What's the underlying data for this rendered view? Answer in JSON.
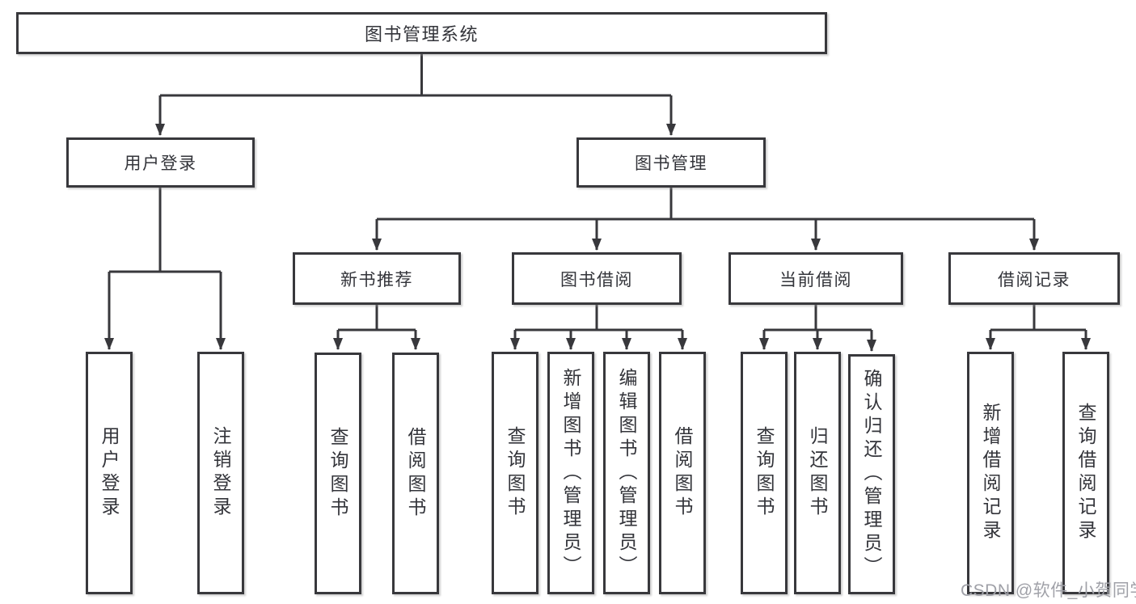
{
  "diagram": {
    "title": "图书管理系统",
    "type": "hierarchy-tree",
    "colors": {
      "line": "#38383c",
      "box_border": "#38383c",
      "box_fill": "#ffffff",
      "text": "#33343a",
      "watermark": "#a0a1a8"
    },
    "nodes": {
      "root": {
        "label": "图书管理系统",
        "level": 1
      },
      "user_login": {
        "label": "用户登录",
        "level": 2
      },
      "book_management": {
        "label": "图书管理",
        "level": 2
      },
      "new_book_recommend": {
        "label": "新书推荐",
        "level": 3
      },
      "book_borrow": {
        "label": "图书借阅",
        "level": 3
      },
      "current_borrow": {
        "label": "当前借阅",
        "level": 3
      },
      "borrow_records": {
        "label": "借阅记录",
        "level": 3
      },
      "ul_login": {
        "label": "用户登录",
        "level": 4,
        "orientation": "vertical"
      },
      "ul_logout": {
        "label": "注销登录",
        "level": 4,
        "orientation": "vertical"
      },
      "nr_query": {
        "label": "查询图书",
        "level": 4,
        "orientation": "vertical"
      },
      "nr_borrow": {
        "label": "借阅图书",
        "level": 4,
        "orientation": "vertical"
      },
      "bb_query": {
        "label": "查询图书",
        "level": 4,
        "orientation": "vertical"
      },
      "bb_add": {
        "label": "新增图书（管理员）",
        "level": 4,
        "orientation": "vertical"
      },
      "bb_edit": {
        "label": "编辑图书（管理员）",
        "level": 4,
        "orientation": "vertical"
      },
      "bb_borrow": {
        "label": "借阅图书",
        "level": 4,
        "orientation": "vertical"
      },
      "cb_query": {
        "label": "查询图书",
        "level": 4,
        "orientation": "vertical"
      },
      "cb_return": {
        "label": "归还图书",
        "level": 4,
        "orientation": "vertical"
      },
      "cb_confirm": {
        "label": "确认归还（管理员）",
        "level": 4,
        "orientation": "vertical"
      },
      "br_add": {
        "label": "新增借阅记录",
        "level": 4,
        "orientation": "vertical"
      },
      "br_query": {
        "label": "查询借阅记录",
        "level": 4,
        "orientation": "vertical"
      }
    },
    "hierarchy": {
      "root": [
        "user_login",
        "book_management"
      ],
      "user_login": [
        "ul_login",
        "ul_logout"
      ],
      "book_management": [
        "new_book_recommend",
        "book_borrow",
        "current_borrow",
        "borrow_records"
      ],
      "new_book_recommend": [
        "nr_query",
        "nr_borrow"
      ],
      "book_borrow": [
        "bb_query",
        "bb_add",
        "bb_edit",
        "bb_borrow"
      ],
      "current_borrow": [
        "cb_query",
        "cb_return",
        "cb_confirm"
      ],
      "borrow_records": [
        "br_add",
        "br_query"
      ]
    },
    "watermark": "CSDN @软件_小贺同学"
  }
}
